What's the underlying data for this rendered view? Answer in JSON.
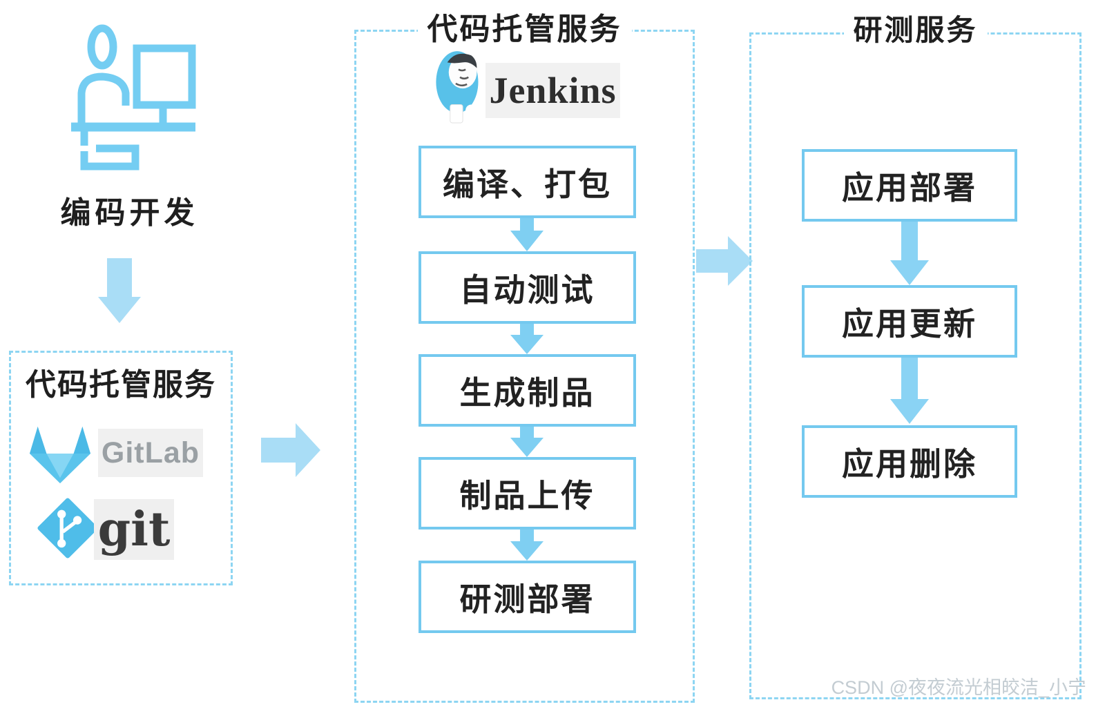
{
  "diagram": {
    "developer": {
      "label": "编码开发"
    },
    "left_box": {
      "title": "代码托管服务",
      "gitlab_wordmark": "GitLab",
      "git_wordmark": "git"
    },
    "ci_box": {
      "title": "代码托管服务",
      "jenkins_wordmark": "Jenkins",
      "steps": [
        "编译、打包",
        "自动测试",
        "生成制品",
        "制品上传",
        "研测部署"
      ]
    },
    "test_box": {
      "title": "研测服务",
      "steps": [
        "应用部署",
        "应用更新",
        "应用删除"
      ]
    },
    "watermark": "CSDN @夜夜流光相皎洁_小宁",
    "colors": {
      "solid_border_blue": "#74c9ef",
      "dashed_border_blue": "#8dd5f2",
      "block_arrow_blue": "#a9ddf6",
      "step_arrow_blue": "#7fcff2",
      "logo_blue": "#4fbde9",
      "text_dark": "#1f1f1f",
      "gitlab_text_gray": "#9aa0a4",
      "watermark_gray": "#c3ccd2"
    }
  }
}
